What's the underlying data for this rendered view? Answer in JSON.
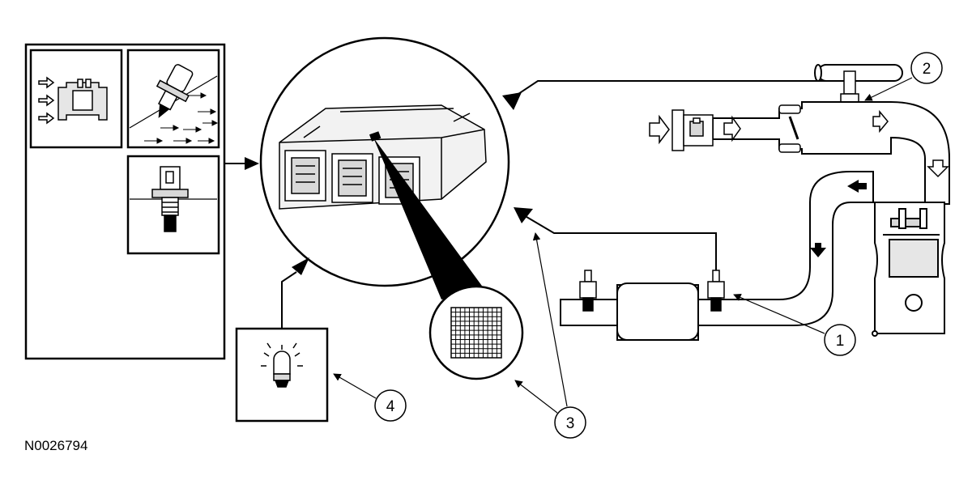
{
  "figure": {
    "id_label": "N0026794",
    "callouts": [
      {
        "number": "1",
        "target": "downstream-oxygen-sensor"
      },
      {
        "number": "2",
        "target": "fuel-injector"
      },
      {
        "number": "3",
        "target": "ecu-circuit-memory"
      },
      {
        "number": "4",
        "target": "malfunction-indicator-lamp"
      }
    ],
    "icons": [
      "engine-control-module-icon",
      "memory-chip-grid-icon",
      "mil-bulb-icon",
      "mass-airflow-sensor-icon",
      "throttle-position-sensor-icon",
      "temperature-sensor-icon",
      "fuel-injector-icon",
      "oxygen-sensor-icon",
      "catalytic-converter-icon",
      "engine-cylinder-icon"
    ],
    "colors": {
      "line": "#000000",
      "background": "#ffffff",
      "shade": "#d8d8d8"
    }
  }
}
